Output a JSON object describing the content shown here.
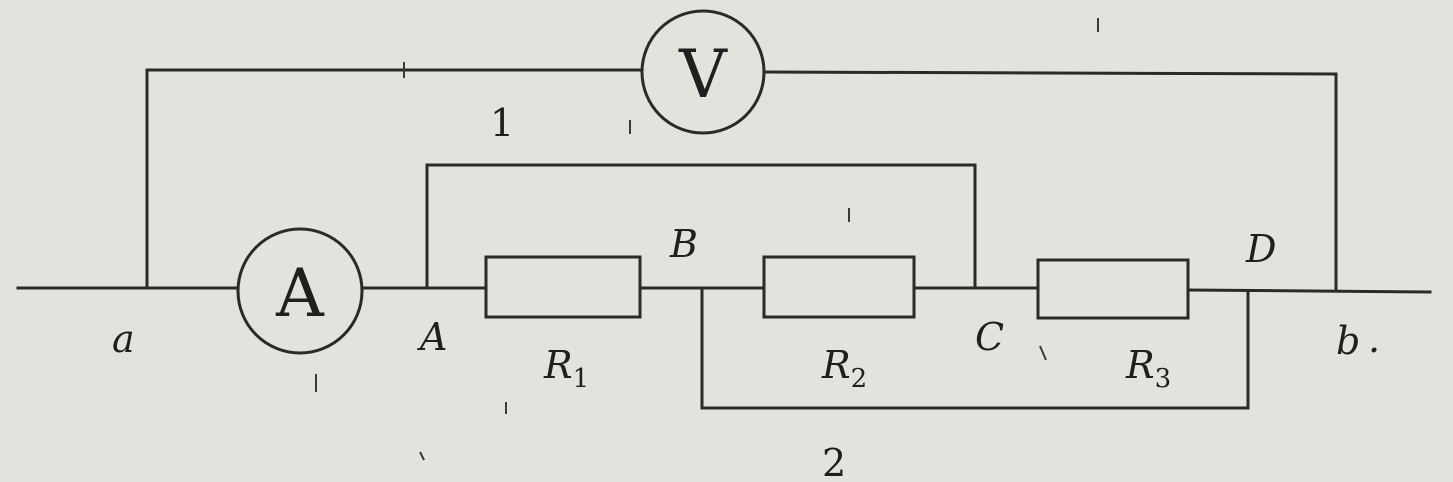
{
  "meters": {
    "ammeter": "A",
    "voltmeter": "V"
  },
  "nodes": {
    "a": "a",
    "A": "A",
    "B": "B",
    "C": "C",
    "D": "D",
    "b": "b"
  },
  "resistors": {
    "r1": {
      "letter": "R",
      "sub": "1"
    },
    "r2": {
      "letter": "R",
      "sub": "2"
    },
    "r3": {
      "letter": "R",
      "sub": "3"
    }
  },
  "branches": {
    "upper": "1",
    "lower": "2"
  },
  "terminal_dot": "."
}
